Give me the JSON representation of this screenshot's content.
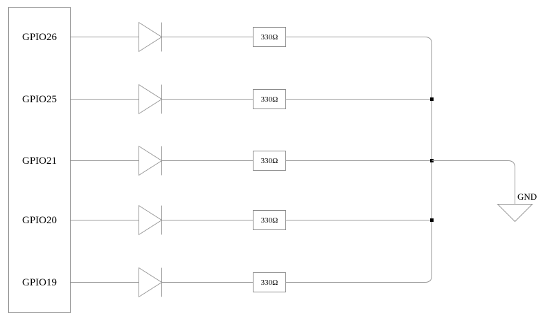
{
  "diagram": {
    "type": "circuit-schematic",
    "gpio_box": {
      "pins": [
        {
          "label": "GPIO26"
        },
        {
          "label": "GPIO25"
        },
        {
          "label": "GPIO21"
        },
        {
          "label": "GPIO20"
        },
        {
          "label": "GPIO19"
        }
      ]
    },
    "resistor_label": "330Ω",
    "gnd_label": "GND",
    "colors": {
      "background": "#ffffff",
      "wire": "#999999",
      "box_border": "#8c8c8c",
      "junction": "#000000",
      "text": "#000000"
    }
  }
}
